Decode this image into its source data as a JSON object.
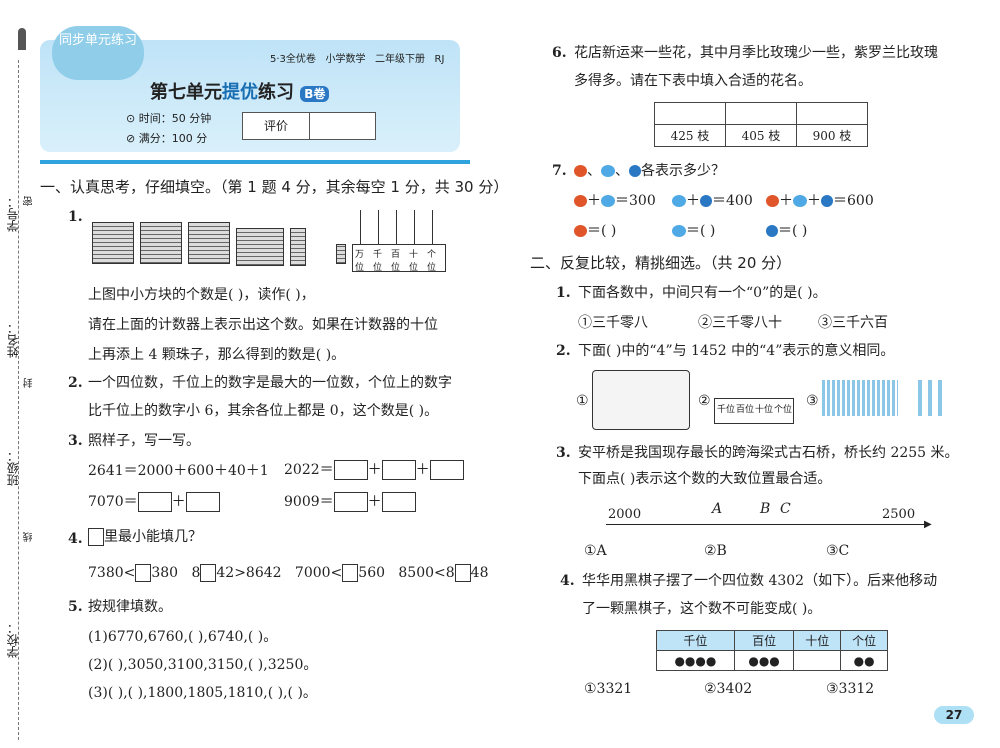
{
  "margin": {
    "labels": [
      "学号：",
      "姓名：",
      "班级：",
      "学校："
    ],
    "marks": [
      "密",
      "封",
      "线"
    ]
  },
  "header": {
    "badge": "同步单元练习",
    "series": "5·3全优卷",
    "subject": "小学数学",
    "grade": "二年级下册",
    "edition": "RJ",
    "title_a": "第七单元",
    "title_b": "提优",
    "title_c": "练习",
    "title_tag": "B卷",
    "time": "时间：50 分钟",
    "score": "满分：100 分",
    "eval_label": "评价"
  },
  "left": {
    "section1": "一、认真思考，仔细填空。（第 1 题 4 分，其余每空 1 分，共 30 分）",
    "q1_no": "1.",
    "counter_labels": [
      "万位",
      "千位",
      "百位",
      "十位",
      "个位"
    ],
    "q1_l1": "上图中小方块的个数是(          )，读作(                    )，",
    "q1_l2": "请在上面的计数器上表示出这个数。如果在计数器的十位",
    "q1_l3": "上再添上 4 颗珠子，那么得到的数是(     )。",
    "q2_no": "2.",
    "q2_l1": "一个四位数，千位上的数字是最大的一位数，个位上的数字",
    "q2_l2": "比千位上的数字小 6，其余各位上都是 0，这个数是(     )。",
    "q3_no": "3.",
    "q3_title": "照样子，写一写。",
    "q3_ex": "2641＝2000＋600＋40＋1",
    "q3_a": "2022＝",
    "q3_b": "7070＝",
    "q3_c": "9009＝",
    "plus": "＋",
    "q4_no": "4.",
    "q4_title": "里最小能填几？",
    "q4_items": [
      "7380<",
      "380",
      "8",
      "42>8642",
      "7000<",
      "560",
      "8500<8",
      "48"
    ],
    "q5_no": "5.",
    "q5_title": "按规律填数。",
    "q5_l1": "(1)6770,6760,(          ),6740,(          )。",
    "q5_l2": "(2)(          ),3050,3100,3150,(          ),3250。",
    "q5_l3": "(3)(          ),(          ),1800,1805,1810,(          ),(          )。"
  },
  "right": {
    "q6_no": "6.",
    "q6_l1": "花店新运来一些花，其中月季比玫瑰少一些，紫罗兰比玫瑰",
    "q6_l2": "多得多。请在下表中填入合适的花名。",
    "q6_table": [
      "425 枝",
      "405 枝",
      "900 枝"
    ],
    "q7_no": "7.",
    "q7_title": "各表示多少？",
    "q7_eq1": "＝300",
    "q7_eq2": "＝400",
    "q7_eq3": "＝600",
    "q7_ans": "＝(       )",
    "section2": "二、反复比较，精挑细选。（共 20 分）",
    "r1_no": "1.",
    "r1_q": "下面各数中，中间只有一个“0”的是(     )。",
    "r1_opts": [
      "①三千零八",
      "②三千零八十",
      "③三千六百"
    ],
    "r2_no": "2.",
    "r2_q": "下面(     )中的“4”与 1452 中的“4”表示的意义相同。",
    "r2_opts": [
      "①",
      "②",
      "③"
    ],
    "r2_counter": [
      "千位",
      "百位",
      "十位",
      "个位"
    ],
    "r3_no": "3.",
    "r3_l1": "安平桥是我国现存最长的跨海梁式古石桥，桥长约 2255 米。",
    "r3_l2": "下面点(     )表示这个数的大致位置最合适。",
    "r3_ticks": [
      "2000",
      "2500"
    ],
    "r3_points": [
      "A",
      "B",
      "C"
    ],
    "r3_opts": [
      "①A",
      "②B",
      "③C"
    ],
    "r4_no": "4.",
    "r4_l1": "华华用黑棋子摆了一个四位数 4302（如下）。后来他移动",
    "r4_l2": "了一颗黑棋子，这个数不可能变成(     )。",
    "r4_head": [
      "千位",
      "百位",
      "十位",
      "个位"
    ],
    "r4_dots": [
      "●●●●",
      "●●●",
      "",
      "●●"
    ],
    "r4_opts": [
      "①3321",
      "②3402",
      "③3312"
    ],
    "page": "27"
  }
}
